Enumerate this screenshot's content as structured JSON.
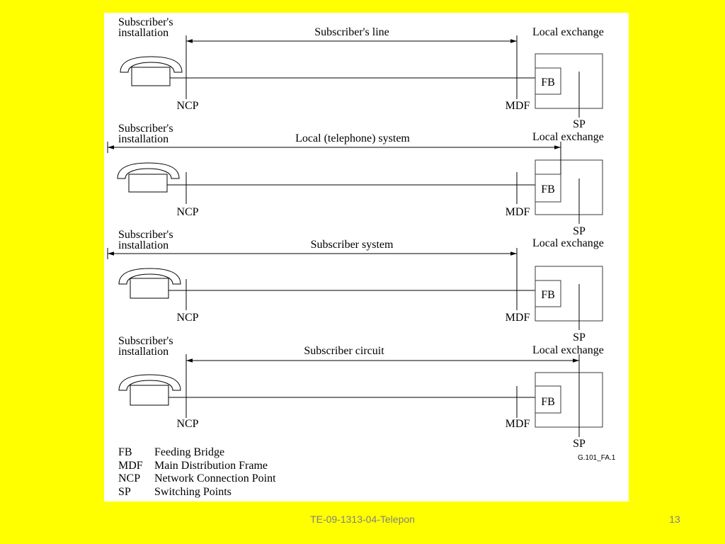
{
  "colors": {
    "background": "#FFFF00",
    "panel": "#FFFFFF",
    "footer_text": "#808080"
  },
  "diagram": {
    "rows": [
      {
        "installation_line1": "Subscriber's",
        "installation_line2": "installation",
        "exchange": "Local exchange",
        "span": "Subscriber's line",
        "ncp": "NCP",
        "mdf": "MDF",
        "fb": "FB",
        "sp": "SP"
      },
      {
        "installation_line1": "Subscriber's",
        "installation_line2": "installation",
        "exchange": "Local exchange",
        "span": "Local (telephone) system",
        "ncp": "NCP",
        "mdf": "MDF",
        "fb": "FB",
        "sp": "SP"
      },
      {
        "installation_line1": "Subscriber's",
        "installation_line2": "installation",
        "exchange": "Local exchange",
        "span": "Subscriber system",
        "ncp": "NCP",
        "mdf": "MDF",
        "fb": "FB",
        "sp": "SP"
      },
      {
        "installation_line1": "Subscriber's",
        "installation_line2": "installation",
        "exchange": "Local exchange",
        "span": "Subscriber circuit",
        "ncp": "NCP",
        "mdf": "MDF",
        "fb": "FB",
        "sp": "SP"
      }
    ],
    "figure_id": "G.101_FA.1",
    "legend": [
      {
        "abbr": "FB",
        "meaning": "Feeding Bridge"
      },
      {
        "abbr": "MDF",
        "meaning": "Main Distribution Frame"
      },
      {
        "abbr": "NCP",
        "meaning": "Network Connection Point"
      },
      {
        "abbr": "SP",
        "meaning": "Switching Points"
      }
    ]
  },
  "footer": {
    "title": "TE-09-1313-04-Telepon",
    "page_number": "13"
  }
}
